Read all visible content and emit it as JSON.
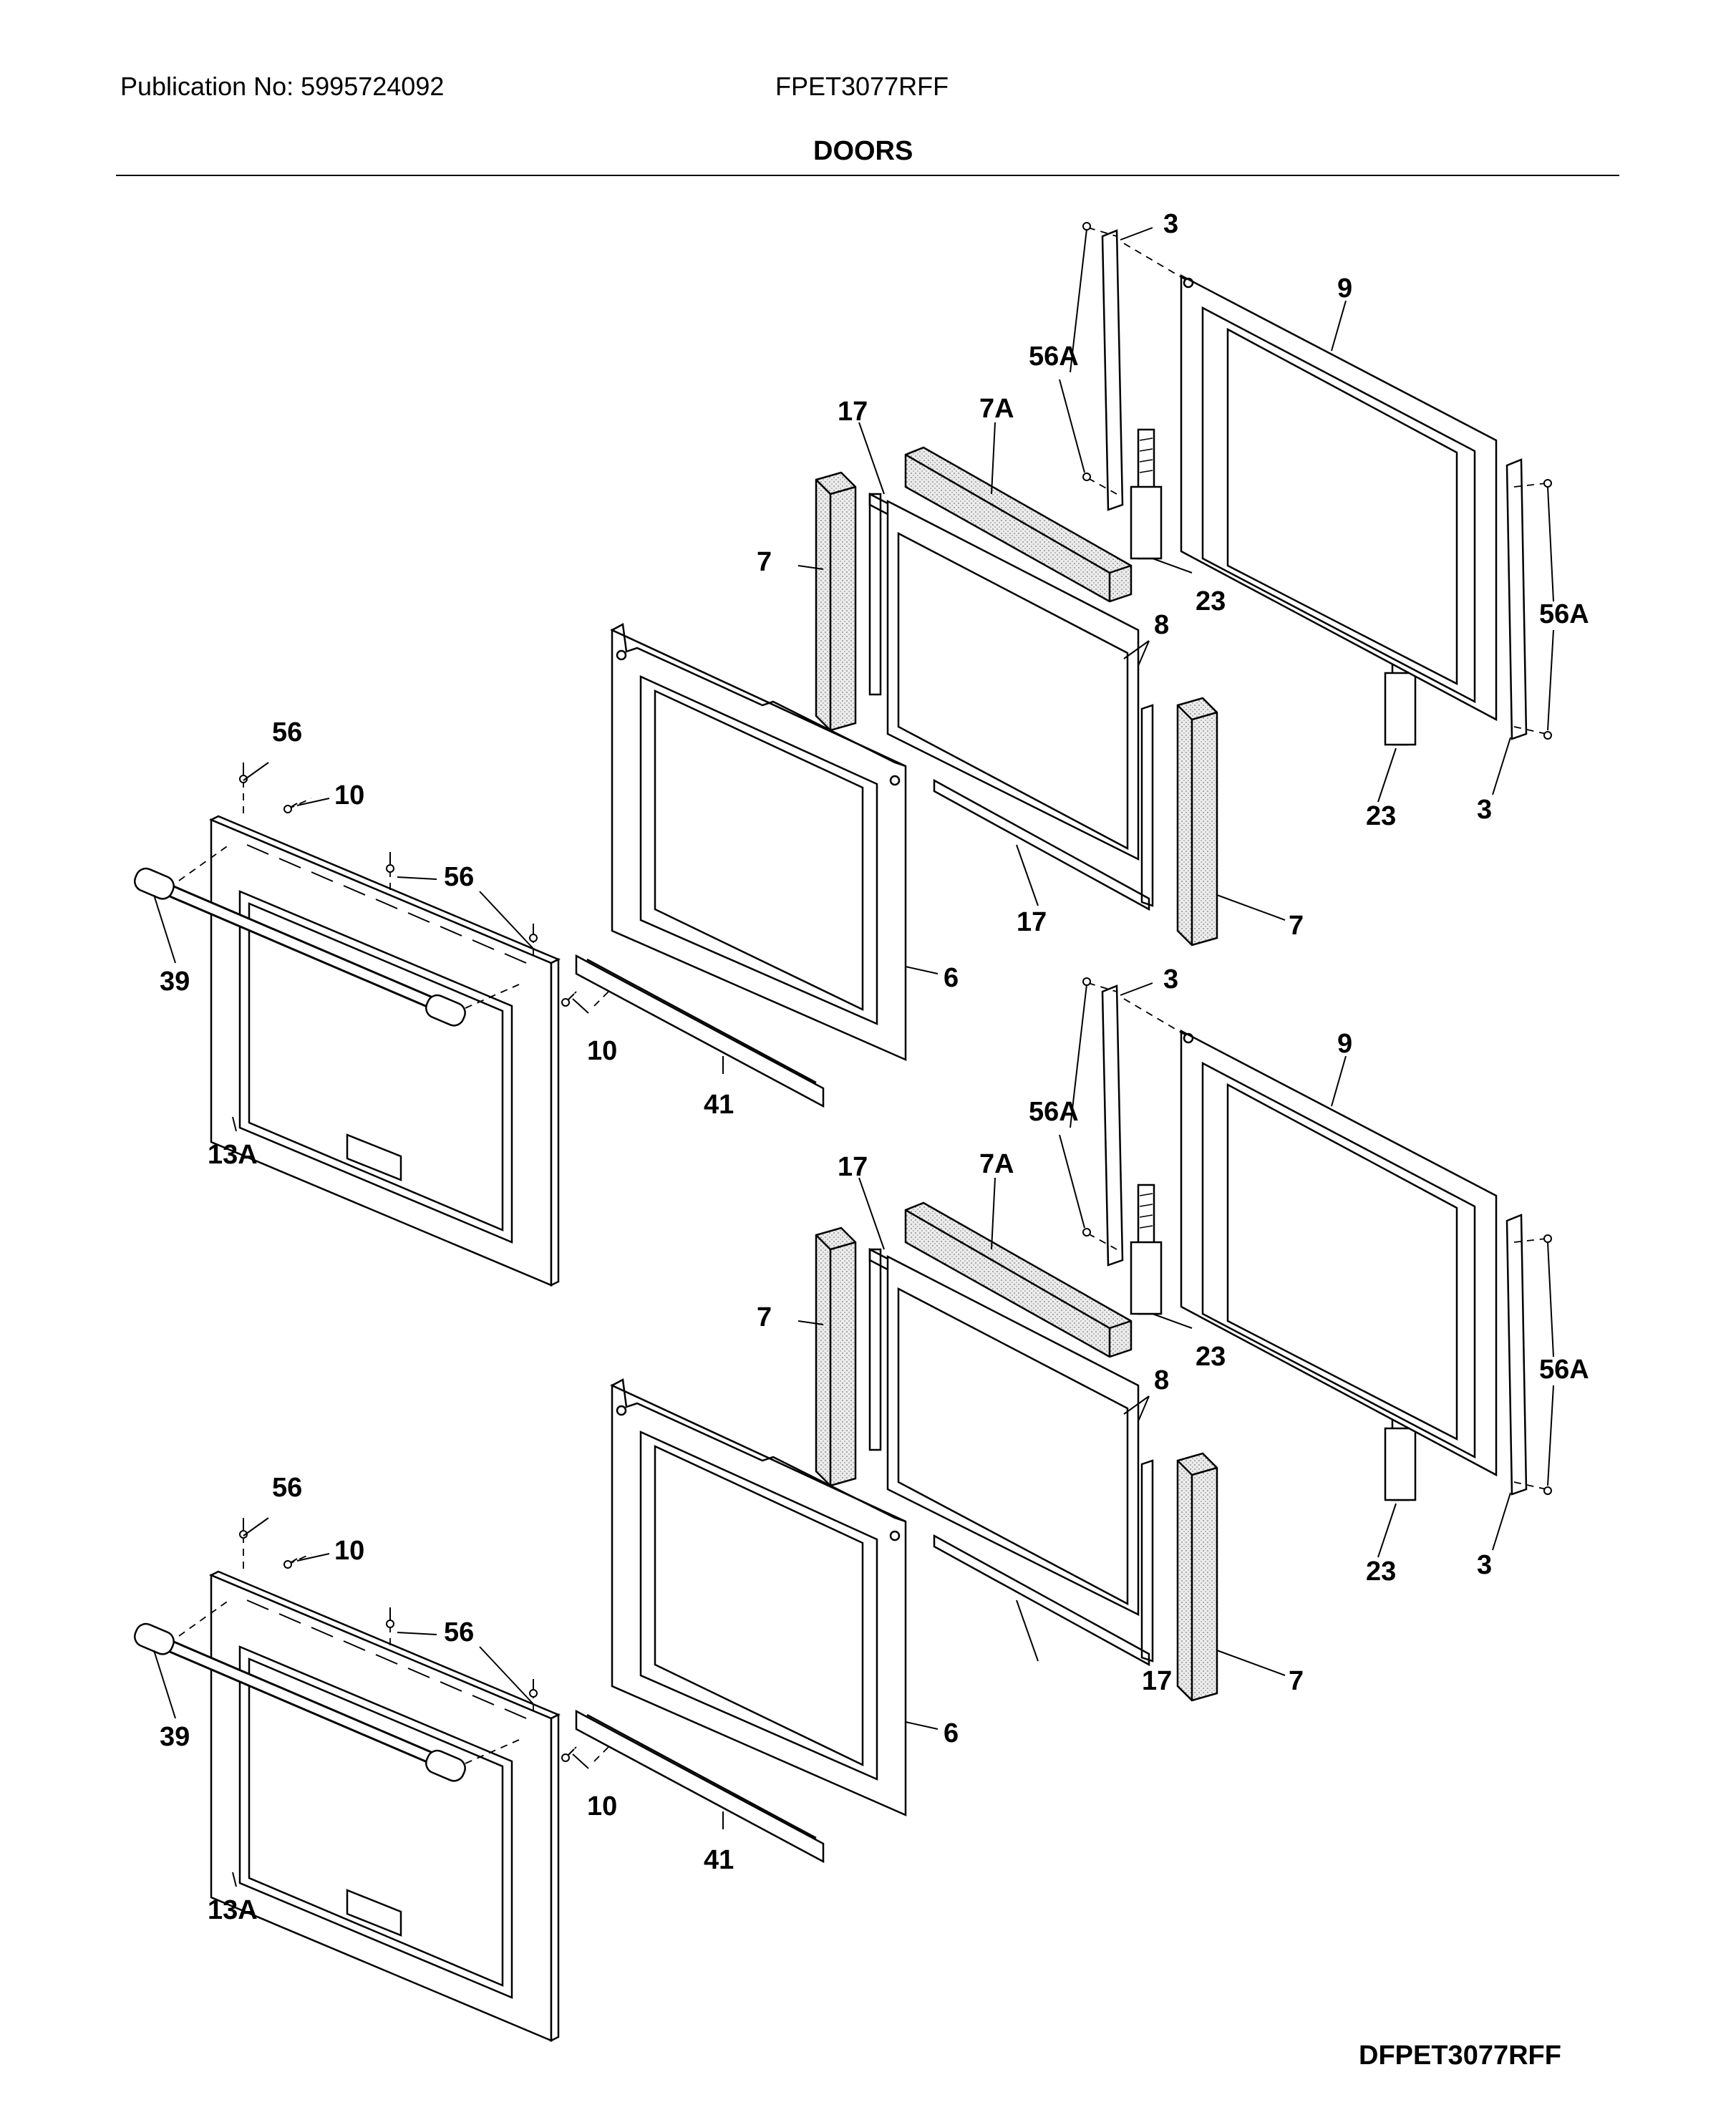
{
  "header": {
    "publication": "Publication No: 5995724092",
    "model": "FPET3077RFF",
    "section_title": "DOORS"
  },
  "footer": {
    "diagram_code": "DFPET3077RFF"
  },
  "callouts": {
    "upper": [
      "3",
      "9",
      "56A",
      "17",
      "7A",
      "7",
      "23",
      "8",
      "56A",
      "56",
      "10",
      "56",
      "39",
      "6",
      "17",
      "7",
      "23",
      "3",
      "10",
      "41",
      "13A"
    ],
    "lower": [
      "3",
      "9",
      "56A",
      "17",
      "7A",
      "7",
      "23",
      "8",
      "56A",
      "56",
      "10",
      "56",
      "39",
      "6",
      "17",
      "7",
      "23",
      "3",
      "10",
      "41",
      "13A"
    ]
  }
}
